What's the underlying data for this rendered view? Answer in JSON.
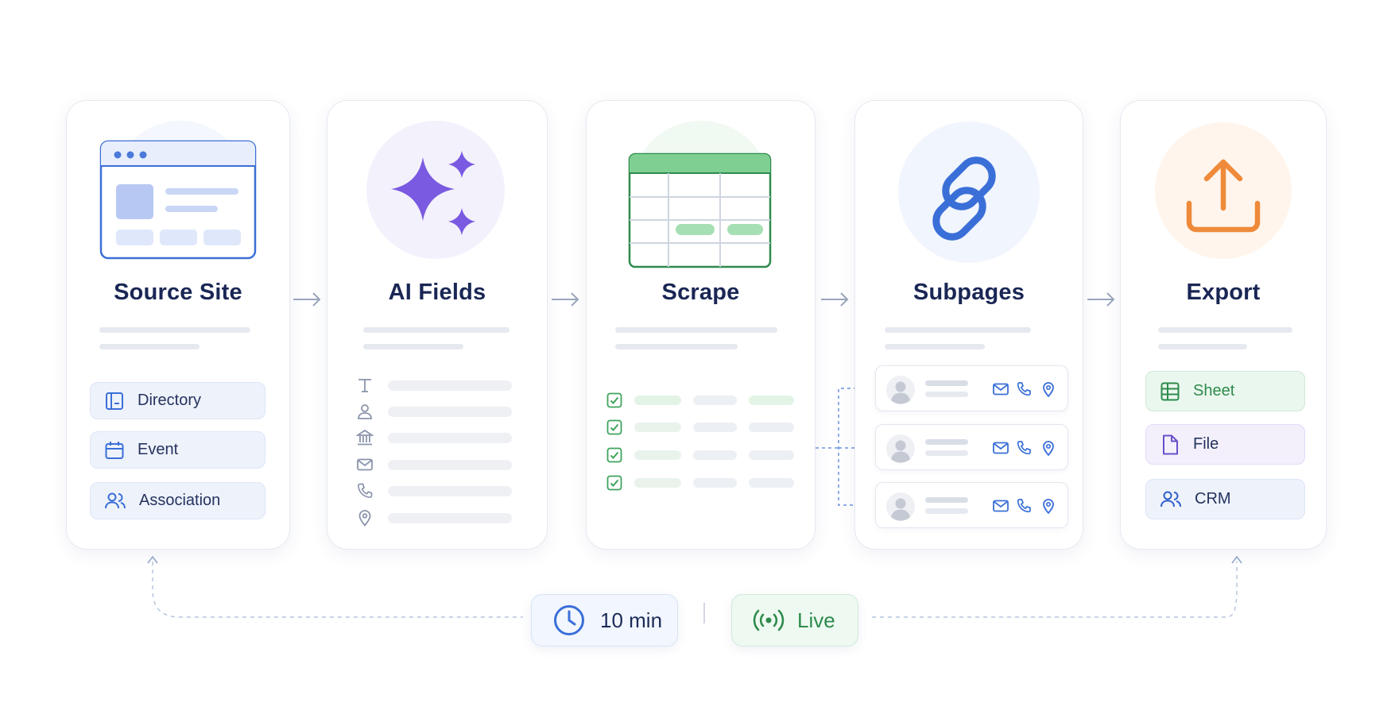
{
  "steps": [
    {
      "title": "Source Site"
    },
    {
      "title": "AI Fields"
    },
    {
      "title": "Scrape"
    },
    {
      "title": "Subpages"
    },
    {
      "title": "Export"
    }
  ],
  "source_types": [
    {
      "label": "Directory",
      "icon": "book-icon"
    },
    {
      "label": "Event",
      "icon": "calendar-icon"
    },
    {
      "label": "Association",
      "icon": "people-icon"
    }
  ],
  "ai_field_icons": [
    "text-icon",
    "person-icon",
    "bank-icon",
    "mail-icon",
    "phone-icon",
    "location-icon"
  ],
  "export_targets": [
    {
      "label": "Sheet",
      "icon": "grid-icon",
      "color": "#2e8b4c"
    },
    {
      "label": "File",
      "icon": "file-icon",
      "color": "#6b4fc9"
    },
    {
      "label": "CRM",
      "icon": "people-icon",
      "color": "#3060c9"
    }
  ],
  "schedule": {
    "label": "10 min",
    "icon": "clock-icon"
  },
  "status": {
    "label": "Live",
    "icon": "broadcast-icon"
  },
  "colors": {
    "accent_blue": "#3a6fd8",
    "ai_purple": "#7a5ae0",
    "sheet_green": "#2e8b4c",
    "export_orange": "#ee8a3a"
  }
}
